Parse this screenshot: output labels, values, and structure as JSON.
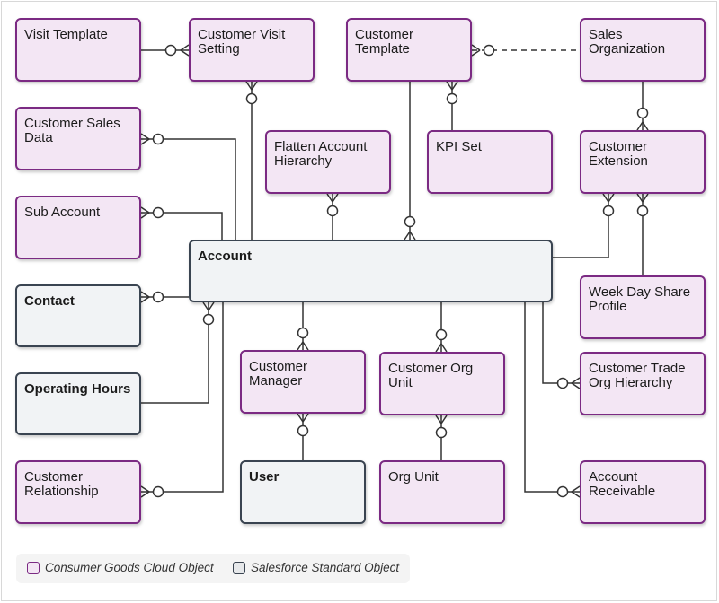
{
  "colors": {
    "consumer_goods_border": "#7b2a83",
    "consumer_goods_fill": "#f3e6f4",
    "standard_border": "#3a4451",
    "standard_fill": "#f1f3f5",
    "line": "#333333"
  },
  "entities": {
    "visit_template": "Visit Template",
    "customer_visit_setting": "Customer Visit Setting",
    "customer_template": "Customer Template",
    "sales_organization": "Sales Organization",
    "customer_sales_data": "Customer Sales Data",
    "flatten_account_hierarchy": "Flatten Account Hierarchy",
    "kpi_set": "KPI Set",
    "customer_extension": "Customer Extension",
    "sub_account": "Sub Account",
    "account": "Account",
    "contact": "Contact",
    "week_day_share_profile": "Week Day Share Profile",
    "operating_hours": "Operating Hours",
    "customer_manager": "Customer Manager",
    "customer_org_unit": "Customer Org Unit",
    "customer_trade_org_hierarchy": "Customer Trade Org Hierarchy",
    "customer_relationship": "Customer Relationship",
    "user": "User",
    "org_unit": "Org Unit",
    "account_receivable": "Account Receivable"
  },
  "legend": {
    "consumer_goods": "Consumer Goods Cloud Object",
    "standard": "Salesforce Standard Object"
  }
}
